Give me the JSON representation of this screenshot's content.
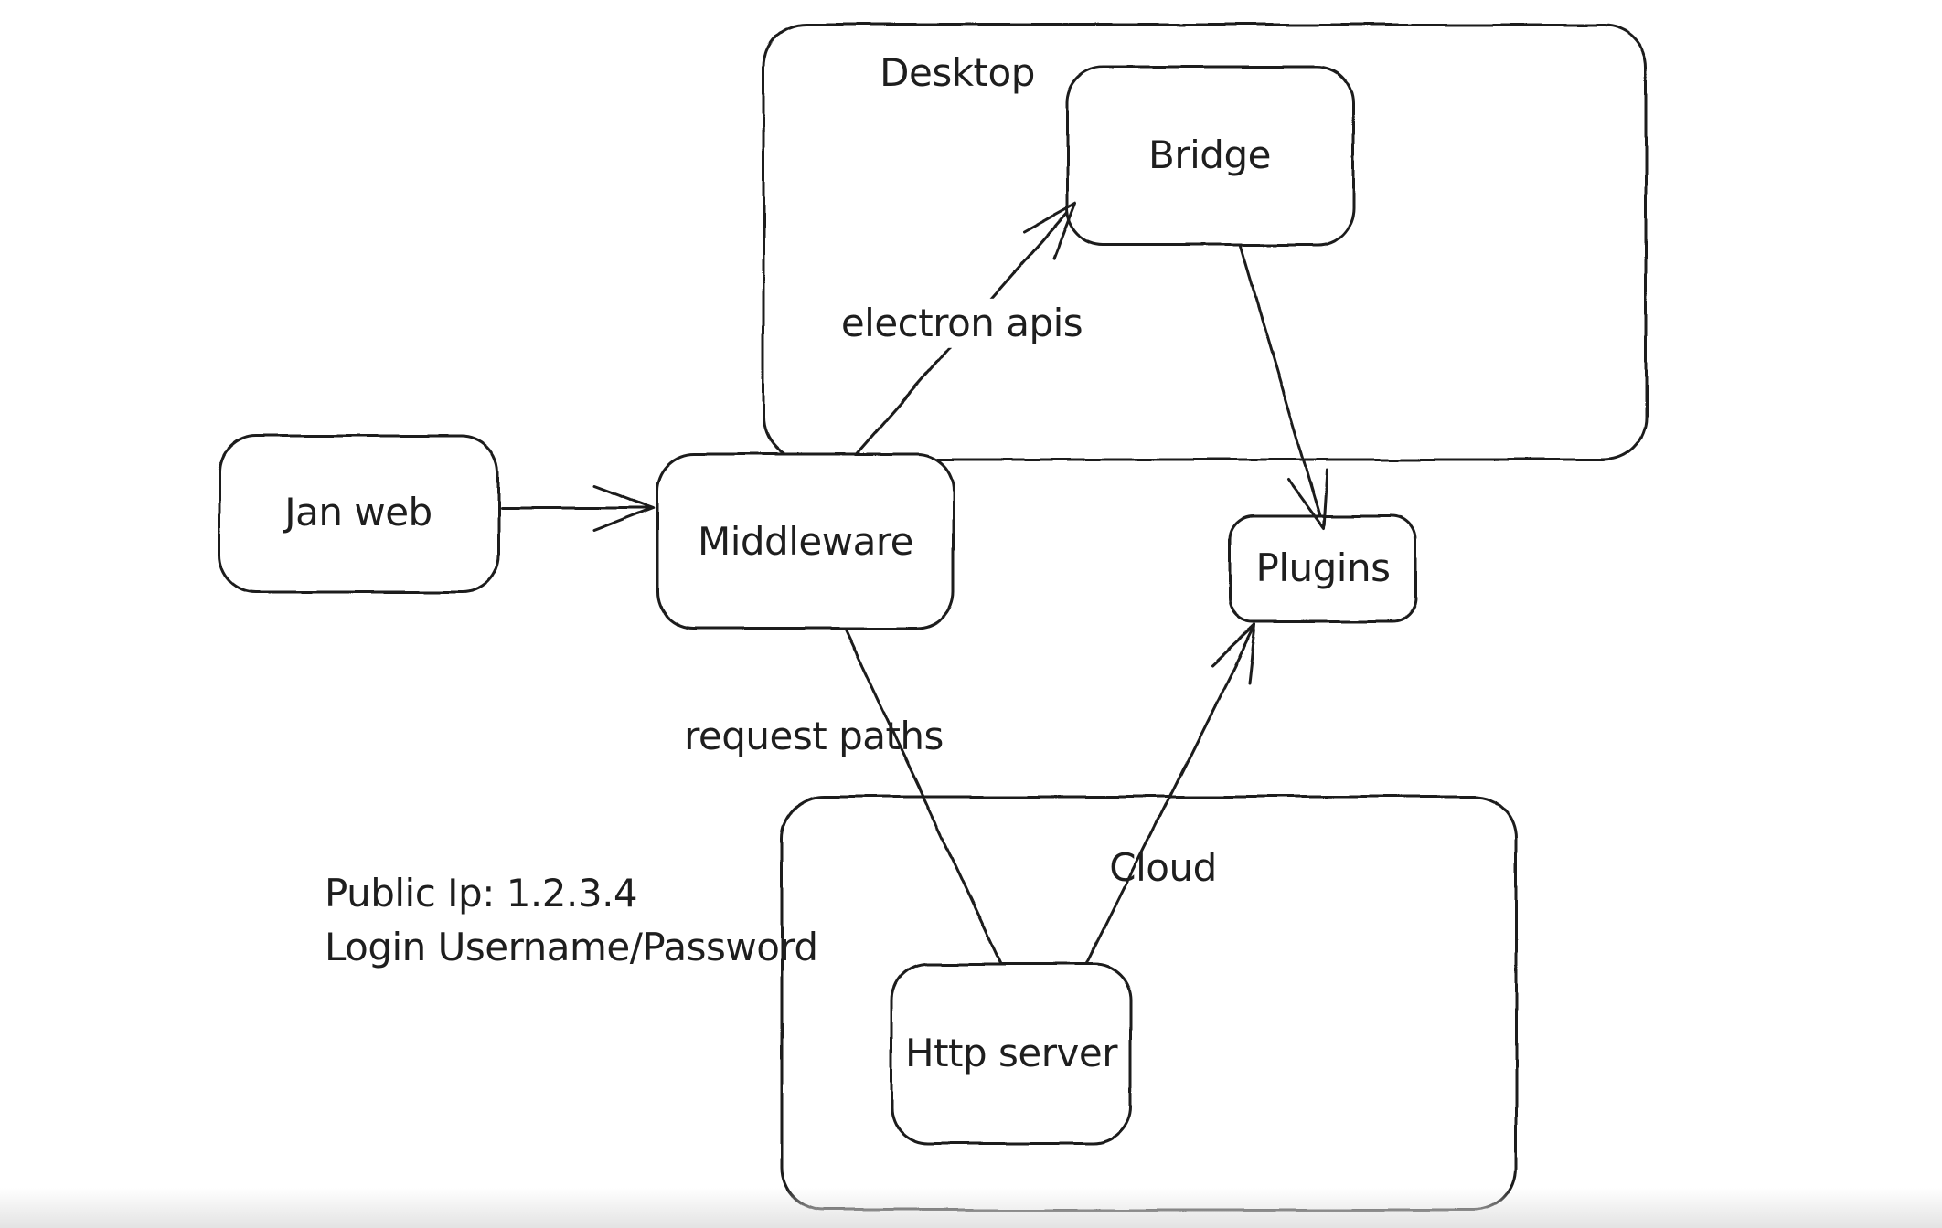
{
  "diagram": {
    "background": "#ffffff",
    "stroke_color": "#1e1e1e",
    "containers": [
      {
        "id": "desktop",
        "label": "Desktop"
      },
      {
        "id": "cloud",
        "label": "Cloud"
      }
    ],
    "nodes": [
      {
        "id": "jan-web",
        "label": "Jan web"
      },
      {
        "id": "middleware",
        "label": "Middleware"
      },
      {
        "id": "bridge",
        "label": "Bridge"
      },
      {
        "id": "plugins",
        "label": "Plugins"
      },
      {
        "id": "http-server",
        "label": "Http server"
      }
    ],
    "edges": [
      {
        "from": "jan-web",
        "to": "middleware",
        "label": ""
      },
      {
        "from": "middleware",
        "to": "bridge",
        "label": "electron apis"
      },
      {
        "from": "bridge",
        "to": "plugins",
        "label": ""
      },
      {
        "from": "middleware",
        "to": "http-server",
        "label": "request paths"
      },
      {
        "from": "http-server",
        "to": "plugins",
        "label": ""
      }
    ],
    "annotations": [
      {
        "id": "public-ip",
        "text": "Public Ip: 1.2.3.4"
      },
      {
        "id": "login",
        "text": "Login Username/Password"
      }
    ]
  }
}
